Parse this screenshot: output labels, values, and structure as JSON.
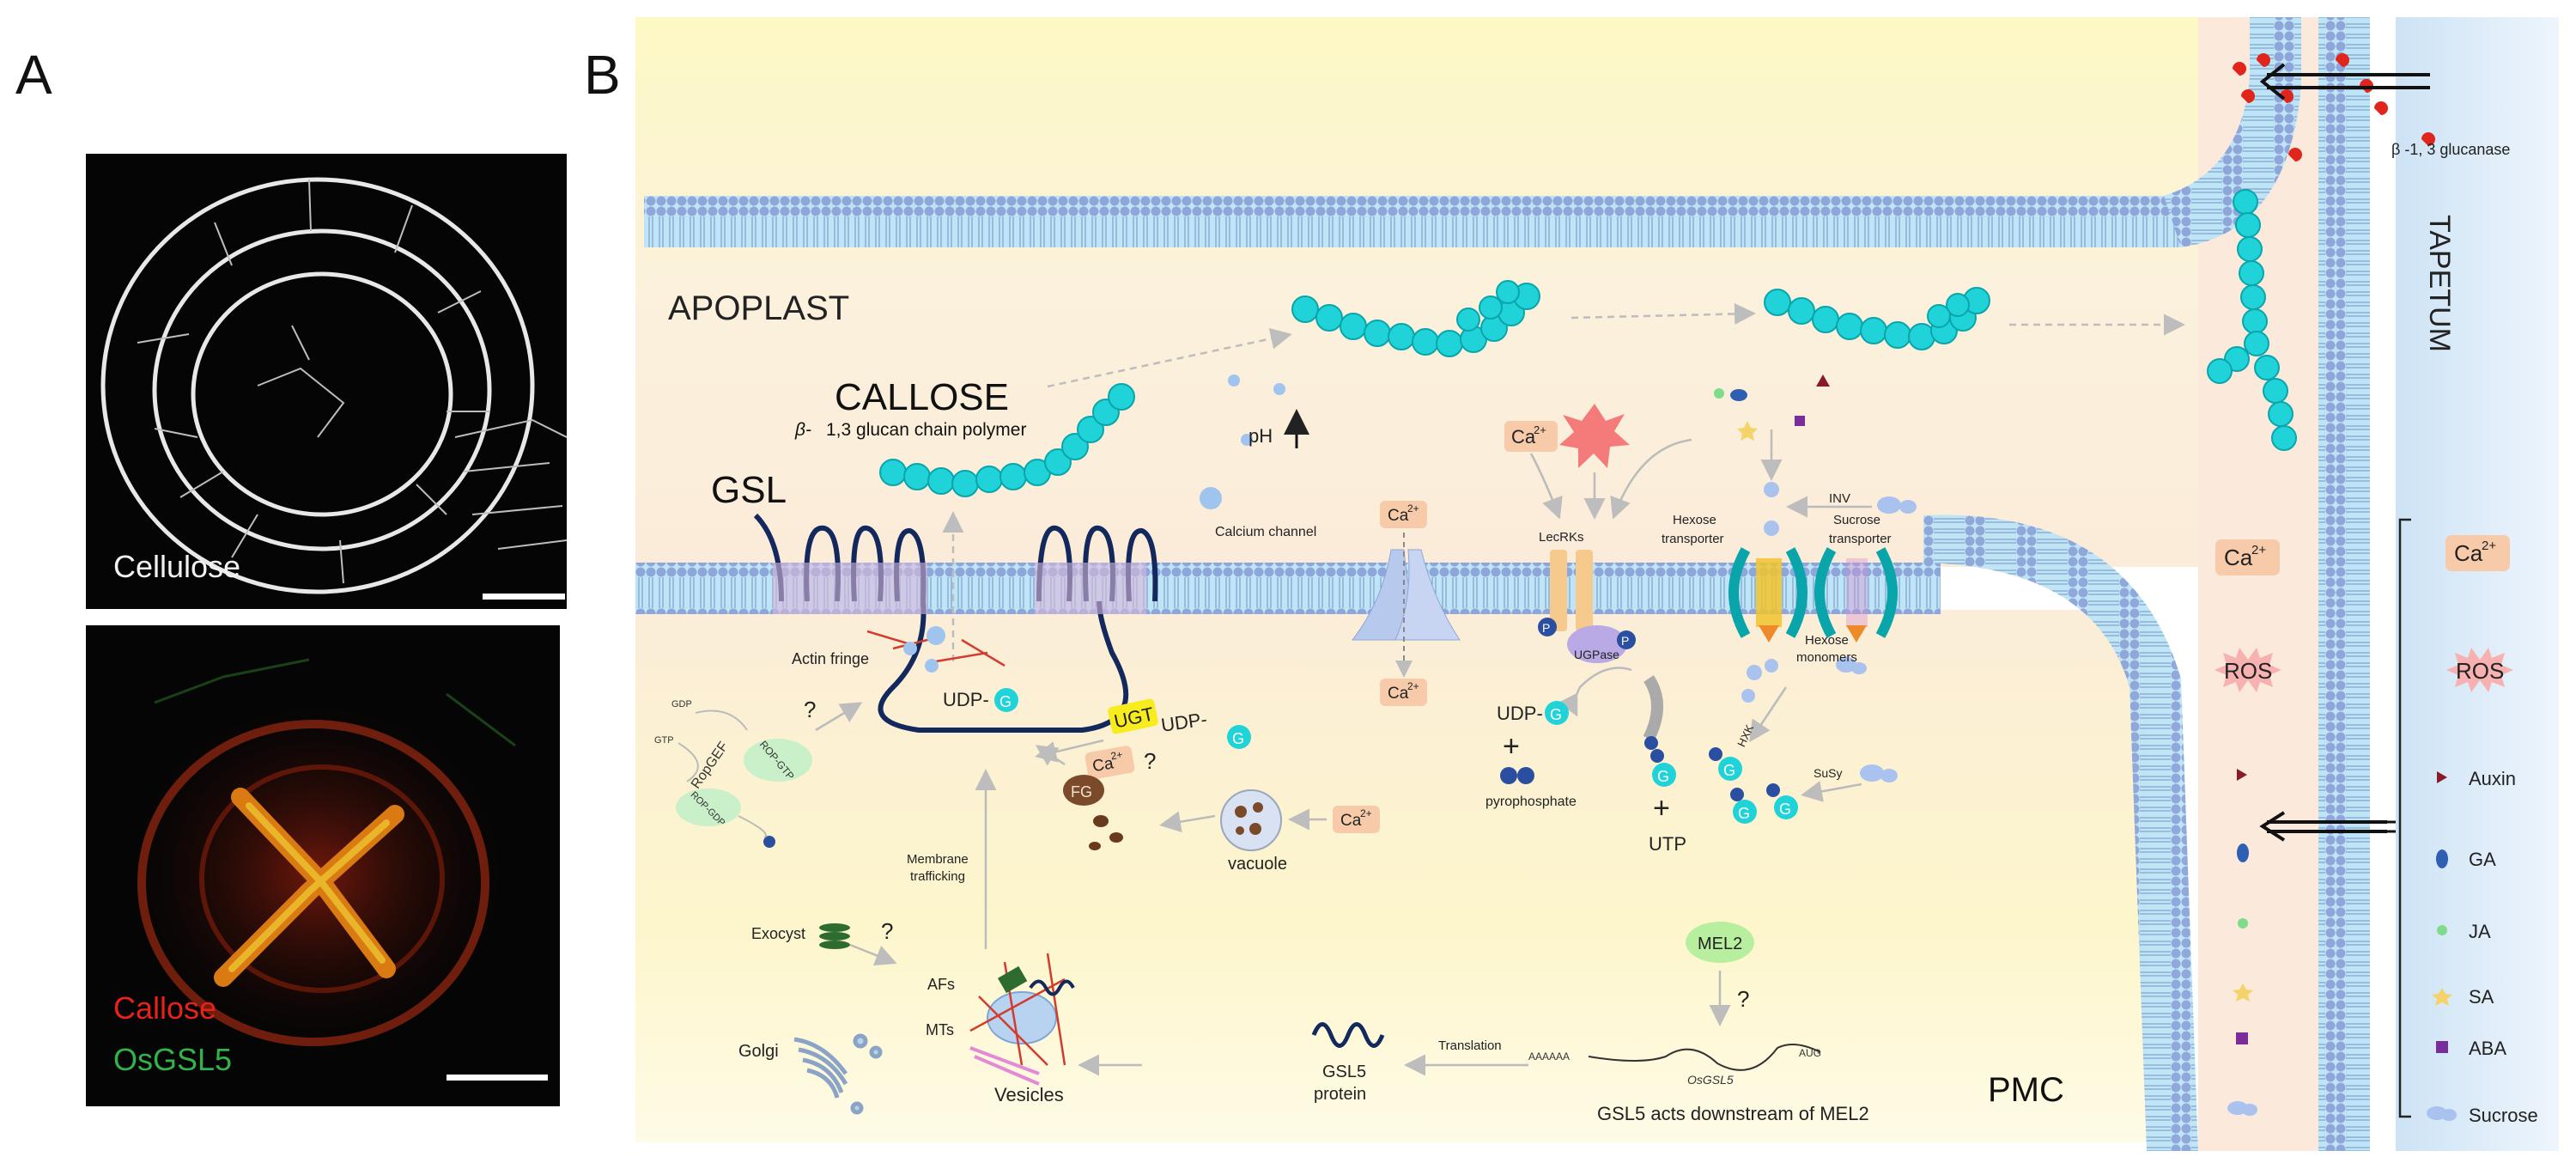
{
  "panels": {
    "a_letter": "A",
    "b_letter": "B"
  },
  "micrographs": {
    "top_label": "Cellulose",
    "bottom_label_1": "Callose",
    "bottom_label_2": "OsGSL5",
    "bottom_label_1_color": "#e8211b",
    "bottom_label_2_color": "#33b24a"
  },
  "diagram": {
    "apoplast": "APOPLAST",
    "callose": "CALLOSE",
    "callose_sub_beta": "β-",
    "callose_sub": "1,3 glucan chain polymer",
    "gsl": "GSL",
    "ph": "pH",
    "calcium_channel": "Calcium channel",
    "ca": "Ca",
    "ca_sup": "2+",
    "lecrks": "LecRKs",
    "ugpase": "UGPase",
    "hexose_transporter_1": "Hexose",
    "hexose_transporter_2": "transporter",
    "sucrose_transporter_1": "Sucrose",
    "sucrose_transporter_2": "transporter",
    "inv": "INV",
    "hexose_monomers_1": "Hexose",
    "hexose_monomers_2": "monomers",
    "hxk": "HXK",
    "susy": "SuSy",
    "actin_fringe": "Actin fringe",
    "udp": "UDP-",
    "g": "G",
    "p": "P",
    "ugt": "UGT",
    "plus": "+",
    "pyrophosphate": "pyrophosphate",
    "utp": "UTP",
    "question": "?",
    "gdp": "GDP",
    "gtp": "GTP",
    "ropgef": "RopGEF",
    "rop_gtp": "ROP-GTP",
    "rop_gdp": "ROP-GDP",
    "fg": "FG",
    "vacuole": "vacuole",
    "membrane_trafficking_1": "Membrane",
    "membrane_trafficking_2": "trafficking",
    "exocyst": "Exocyst",
    "afs": "AFs",
    "mts": "MTs",
    "golgi": "Golgi",
    "vesicles": "Vesicles",
    "translation": "Translation",
    "gsl5_protein_1": "GSL5",
    "gsl5_protein_2": "protein",
    "mel2": "MEL2",
    "mrna_5": "AAAAAA",
    "mrna_gene": "OsGSL5",
    "mrna_3": "AUG",
    "gsl5_downstream": "GSL5 acts downstream of MEL2",
    "pmc": "PMC",
    "tapetum": "TAPETUM",
    "glucanase": "β -1, 3 glucanase",
    "ros": "ROS",
    "legend": {
      "auxin": "Auxin",
      "ga": "GA",
      "ja": "JA",
      "sa": "SA",
      "aba": "ABA",
      "sucrose": "Sucrose"
    }
  },
  "colors": {
    "membrane_fill": "#aad7ef",
    "membrane_head": "#8aa7dc",
    "callose_g": "#1fd3d8",
    "ca_box": "#f7cbaa",
    "apoplast_bg": "#fbecd9",
    "cytoplasm_bg": "#fdf7c8",
    "tapetum_bg": "#dcebf8",
    "gsl_blue": "#13295e",
    "ros_red": "#f06b6b",
    "auxin": "#8a1a2a",
    "ga": "#2f5fb3",
    "ja": "#6fd18a",
    "aba": "#7a2d9a"
  }
}
